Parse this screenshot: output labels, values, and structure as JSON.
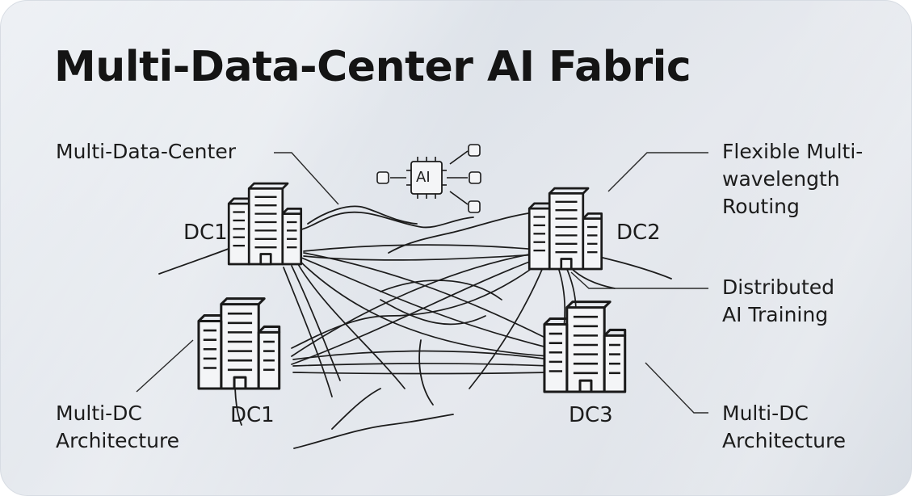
{
  "title": "Multi-Data-Center AI Fabric",
  "labels": {
    "multi_data_center": "Multi-Data-Center",
    "flexible_routing": [
      "Flexible Multi-",
      "wavelength",
      "Routing"
    ],
    "distributed_training": [
      "Distributed",
      "AI Training"
    ],
    "architecture_left": [
      "Multi-DC",
      "Architecture"
    ],
    "architecture_right": [
      "Multi-DC",
      "Architecture"
    ]
  },
  "datacenters": {
    "top_left": "DC1",
    "top_right": "DC2",
    "bottom_left": "DC1",
    "bottom_right": "DC3"
  },
  "ai_chip": "AI",
  "icons": [
    "building-icon",
    "ai-chip-icon",
    "node-icon"
  ]
}
